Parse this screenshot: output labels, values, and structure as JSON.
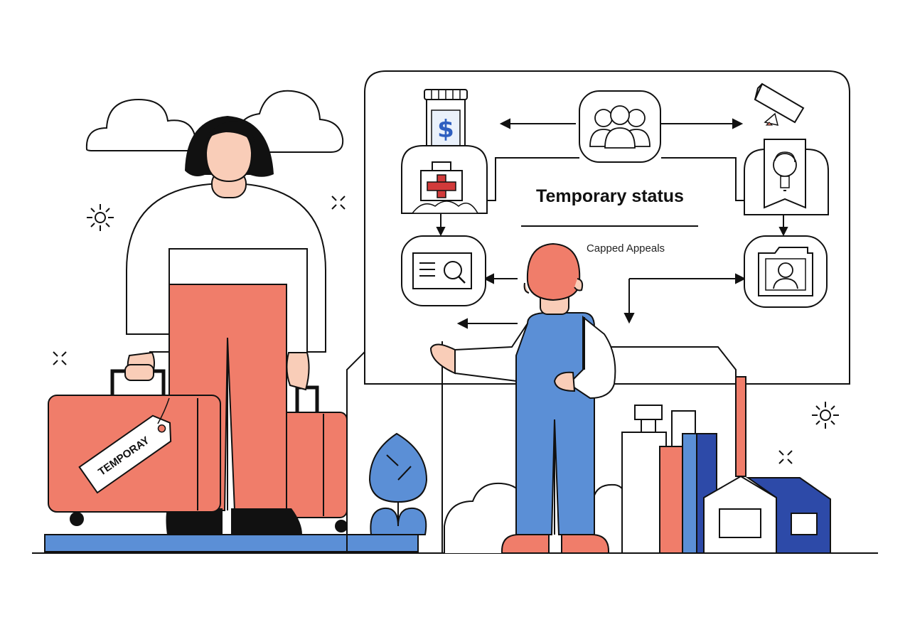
{
  "panel": {
    "title": "Temporary status",
    "subtitle": "Capped Appeals"
  },
  "luggage_tag": {
    "text": "TEMPORAY"
  },
  "icons": {
    "medicine": "medicine-bottle-icon",
    "first_aid": "first-aid-kit-icon",
    "group": "people-group-icon",
    "pencil": "pencil-icon",
    "portrait": "portrait-document-icon",
    "id_card": "id-card-search-icon",
    "profile": "profile-folder-icon"
  },
  "colors": {
    "coral": "#f07d6a",
    "blue": "#5b8fd6",
    "navy": "#2d4aa8",
    "line": "#111111",
    "red_cross": "#d23a3a"
  }
}
